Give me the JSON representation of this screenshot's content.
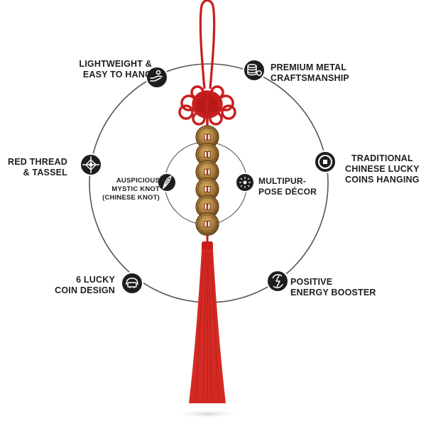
{
  "features": [
    {
      "id": "lightweight",
      "label": "LIGHTWEIGHT &\nEASY TO HANG",
      "icon": "hand-icon"
    },
    {
      "id": "premium-metal",
      "label": "PREMIUM METAL\nCRAFTSMANSHIP",
      "icon": "coin-stack-icon"
    },
    {
      "id": "red-thread",
      "label": "RED THREAD\n& TASSEL",
      "icon": "knot-icon"
    },
    {
      "id": "traditional-coins",
      "label": "TRADITIONAL\nCHINESE LUCKY\nCOINS HANGING",
      "icon": "coin-icon"
    },
    {
      "id": "six-coin",
      "label": "6 LUCKY\nCOIN DESIGN",
      "icon": "coin-design-icon"
    },
    {
      "id": "energy",
      "label": "POSITIVE\nENERGY BOOSTER",
      "icon": "energy-icon"
    },
    {
      "id": "mystic-knot",
      "label": "AUSPICIOUS\nMYSTIC KNOT\n(CHINESE KNOT)",
      "icon": "feather-icon"
    },
    {
      "id": "multipurpose",
      "label": "MULTIPUR-\nPOSE DÉCOR",
      "icon": "sparkle-icon"
    }
  ],
  "colors": {
    "icon_bg": "#1e1e1e",
    "circle_line": "#555555",
    "thread_red": "#c81e1e",
    "coin_gold": "#b3873d"
  },
  "product": {
    "coin_count": 6
  }
}
